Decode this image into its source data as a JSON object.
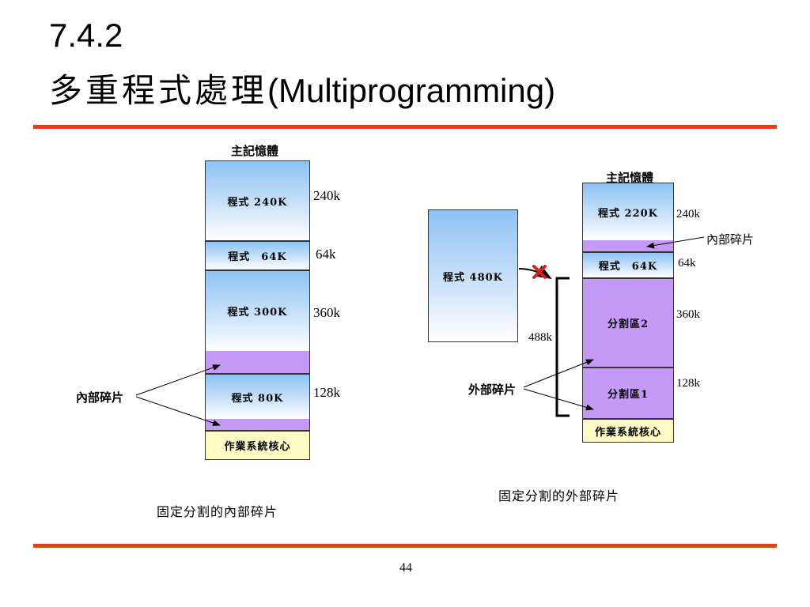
{
  "slide": {
    "section_number": "7.4.2",
    "title_zh": "多重程式處理",
    "title_en": "(Multiprogramming)",
    "page_number": "44"
  },
  "left_diagram": {
    "header": "主記憶體",
    "blocks": [
      {
        "label": "程式 240K",
        "partition_size": "240k"
      },
      {
        "label": "程式　64K",
        "partition_size": "64k"
      },
      {
        "label": "程式 300K",
        "partition_size": "360k"
      },
      {
        "label": "程式 80K",
        "partition_size": "128k"
      },
      {
        "label": "作業系統核心"
      }
    ],
    "fragment_label": "內部碎片",
    "caption": "固定分割的內部碎片"
  },
  "right_diagram": {
    "header": "主記憶體",
    "incoming_program": "程式 480K",
    "free_total": "488k",
    "blocks": [
      {
        "label": "程式 220K",
        "partition_size": "240k"
      },
      {
        "label": "程式　64K",
        "partition_size": "64k"
      },
      {
        "label": "分割區2",
        "partition_size": "360k"
      },
      {
        "label": "分割區1",
        "partition_size": "128k"
      },
      {
        "label": "作業系統核心"
      }
    ],
    "internal_fragment_label": "內部碎片",
    "external_fragment_label": "外部碎片",
    "caption": "固定分割的外部碎片"
  },
  "colors": {
    "rule": "#d9441c",
    "fragment": "#c59af6",
    "kernel": "#fffbc4",
    "reject_mark": "#e02020"
  }
}
